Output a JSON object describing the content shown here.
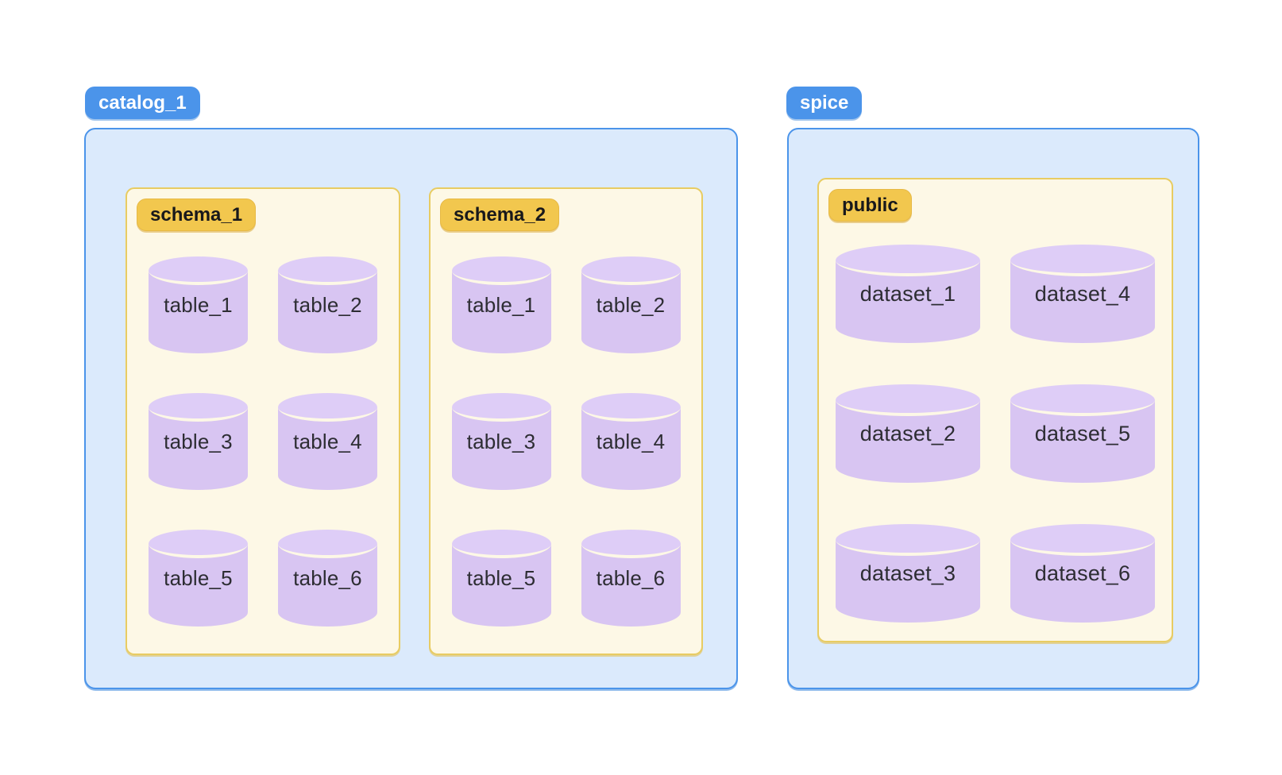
{
  "colors": {
    "catalog_pill_bg": "#4b94ea",
    "catalog_pill_text": "#ffffff",
    "catalog_box_bg": "#dbeafc",
    "catalog_box_border": "#4b94ea",
    "schema_pill_bg": "#f2c74e",
    "schema_pill_border": "#e7b945",
    "schema_pill_text": "#18181b",
    "schema_box_bg": "#fdf8e6",
    "schema_box_border": "#e8cc62",
    "cylinder_body": "#d8c5f2",
    "cylinder_top": "#decdf7",
    "cylinder_rim": "#fdf8e6",
    "cylinder_text": "#2d2d33"
  },
  "catalogs": [
    {
      "label": "catalog_1",
      "schemas": [
        {
          "label": "schema_1",
          "tables": [
            "table_1",
            "table_2",
            "table_3",
            "table_4",
            "table_5",
            "table_6"
          ]
        },
        {
          "label": "schema_2",
          "tables": [
            "table_1",
            "table_2",
            "table_3",
            "table_4",
            "table_5",
            "table_6"
          ]
        }
      ]
    },
    {
      "label": "spice",
      "schemas": [
        {
          "label": "public",
          "tables": [
            "dataset_1",
            "dataset_2",
            "dataset_3",
            "dataset_4",
            "dataset_5",
            "dataset_6"
          ]
        }
      ]
    }
  ]
}
